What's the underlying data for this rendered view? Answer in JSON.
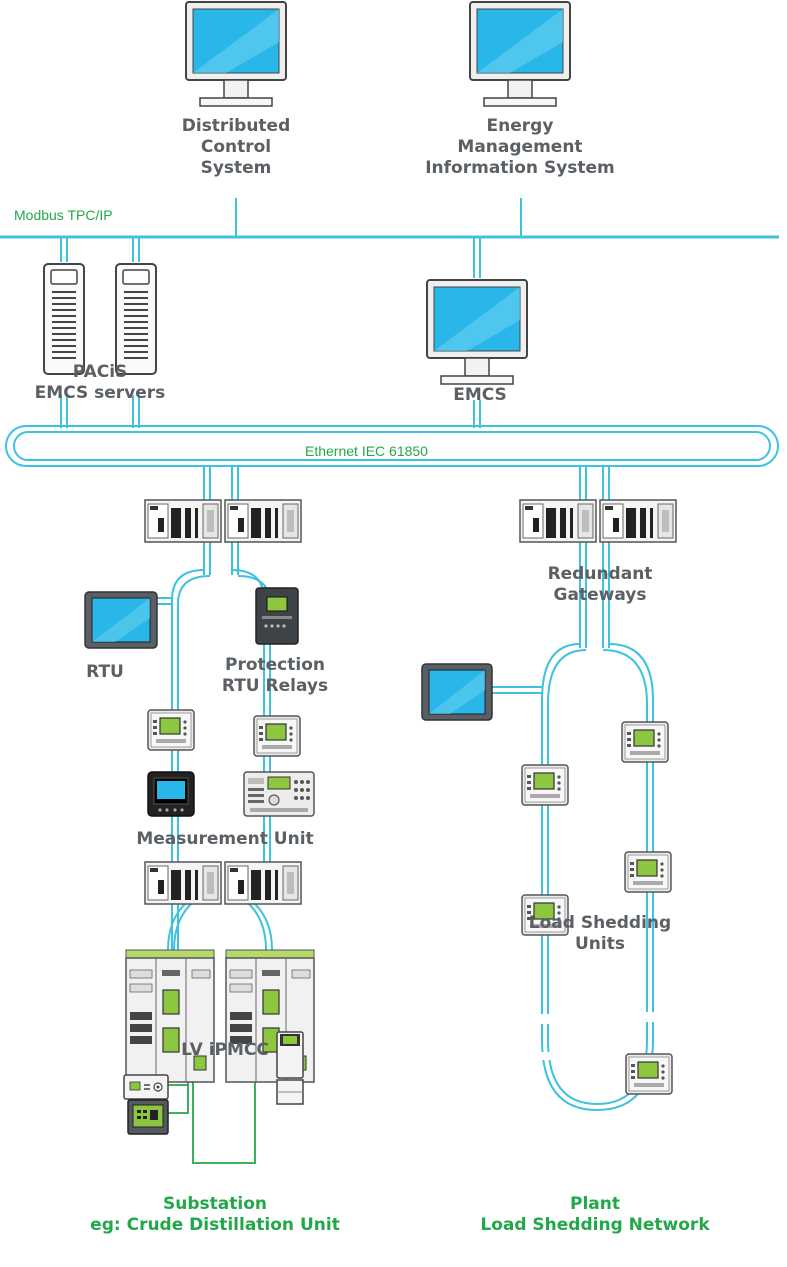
{
  "networks": {
    "modbus": "Modbus TPC/IP",
    "ethernet": "Ethernet IEC 61850"
  },
  "labels": {
    "dcs": [
      "Distributed",
      "Control",
      "System"
    ],
    "emis": [
      "Energy",
      "Management",
      "Information System"
    ],
    "pacis": [
      "PACiS",
      "EMCS servers"
    ],
    "emcs": "EMCS",
    "redundant_gateways": [
      "Redundant",
      "Gateways"
    ],
    "rtu": "RTU",
    "protection": [
      "Protection",
      "RTU Relays"
    ],
    "measurement_unit": "Measurement Unit",
    "load_shedding_units": [
      "Load Shedding",
      "Units"
    ],
    "lv_ipmcc": "LV iPMCC",
    "substation_caption": [
      "Substation",
      "eg: Crude Distillation Unit"
    ],
    "plant_caption": [
      "Plant",
      "Load Shedding Network"
    ]
  },
  "colors": {
    "line": "#3fc1e0",
    "label_gray": "#5b6065",
    "caption_green": "#22a84a",
    "screen": "#29b6e8",
    "device_green": "#8dc63f"
  }
}
